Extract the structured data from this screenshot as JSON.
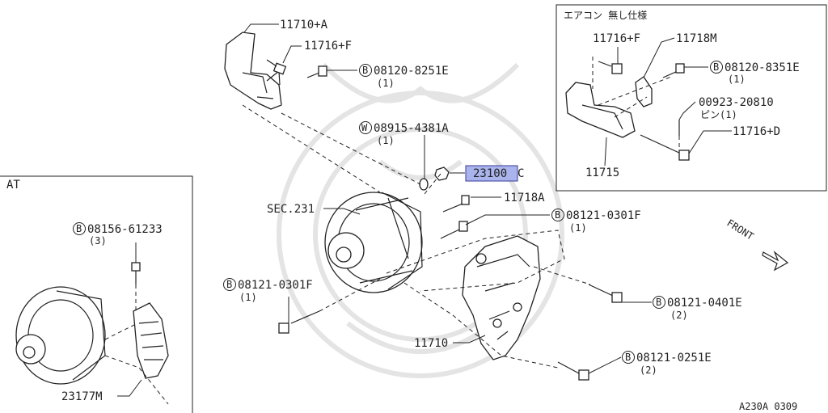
{
  "inset_at": {
    "title": "AT"
  },
  "inset_ac": {
    "title": "エアコン 無し仕様"
  },
  "labels": {
    "p11710a": "11710+A",
    "p11716f_top": "11716+F",
    "b_08120_8251e": "08120-8251E",
    "q_08120_8251e": "(1)",
    "w_08915_4381a": "08915-4381A",
    "q_08915_4381a": "(1)",
    "p23100": "23100",
    "p23100_suffix": "C",
    "p11718a": "11718A",
    "sec231": "SEC.231",
    "b_08121_0301f_r": "08121-0301F",
    "q_08121_0301f_r": "(1)",
    "b_08121_0301f_l": "08121-0301F",
    "q_08121_0301f_l": "(1)",
    "b_08121_0401e": "08121-0401E",
    "q_08121_0401e": "(2)",
    "p11710": "11710",
    "b_08121_0251e": "08121-0251E",
    "q_08121_0251e": "(2)",
    "b_08156_61233": "08156-61233",
    "q_08156_61233": "(3)",
    "p23177m": "23177M",
    "p11716f_in": "11716+F",
    "p11718m": "11718M",
    "b_08120_8351e": "08120-8351E",
    "q_08120_8351e": "(1)",
    "p00923_20810": "00923-20810",
    "pin_note": "ピン(1)",
    "p11716d": "11716+D",
    "p11715": "11715",
    "front": "FRONT",
    "diagram_code": "A230A 0309"
  },
  "symbols": {
    "bolt": "B",
    "washer": "W"
  },
  "highlight_color": "#a9b4ec"
}
